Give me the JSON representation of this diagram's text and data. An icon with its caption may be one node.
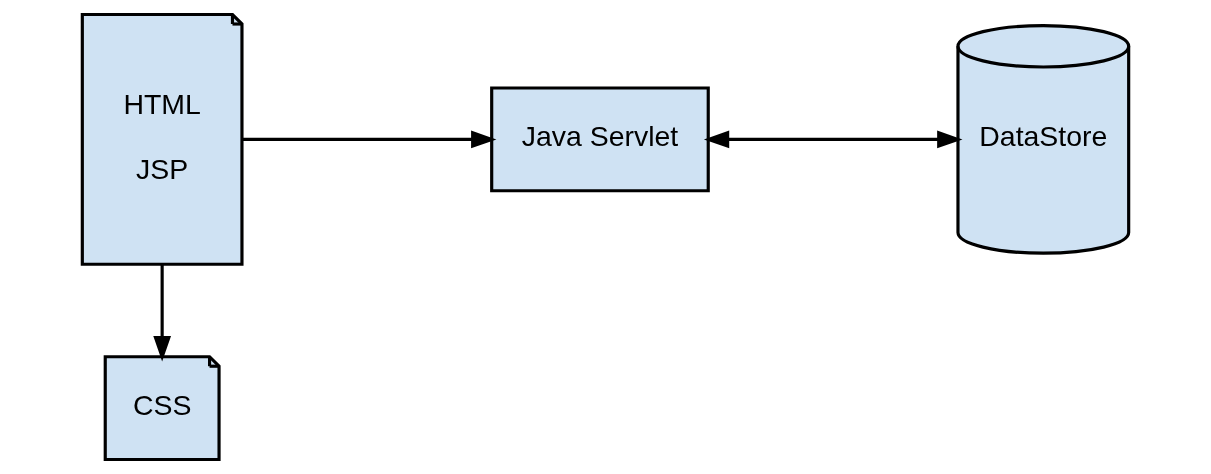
{
  "diagram": {
    "nodes": [
      {
        "text": [
          "HTML",
          "JSP"
        ]
      },
      {
        "text": [
          "Java Servlet"
        ]
      },
      {
        "text": [
          "DataStore"
        ]
      },
      {
        "text": [
          "CSS"
        ]
      }
    ],
    "edges": [
      {
        "from": 0,
        "to": 1,
        "arrow": "to"
      },
      {
        "from": 1,
        "to": 2,
        "arrow": "both"
      },
      {
        "from": 0,
        "to": 3,
        "arrow": "to"
      }
    ]
  }
}
